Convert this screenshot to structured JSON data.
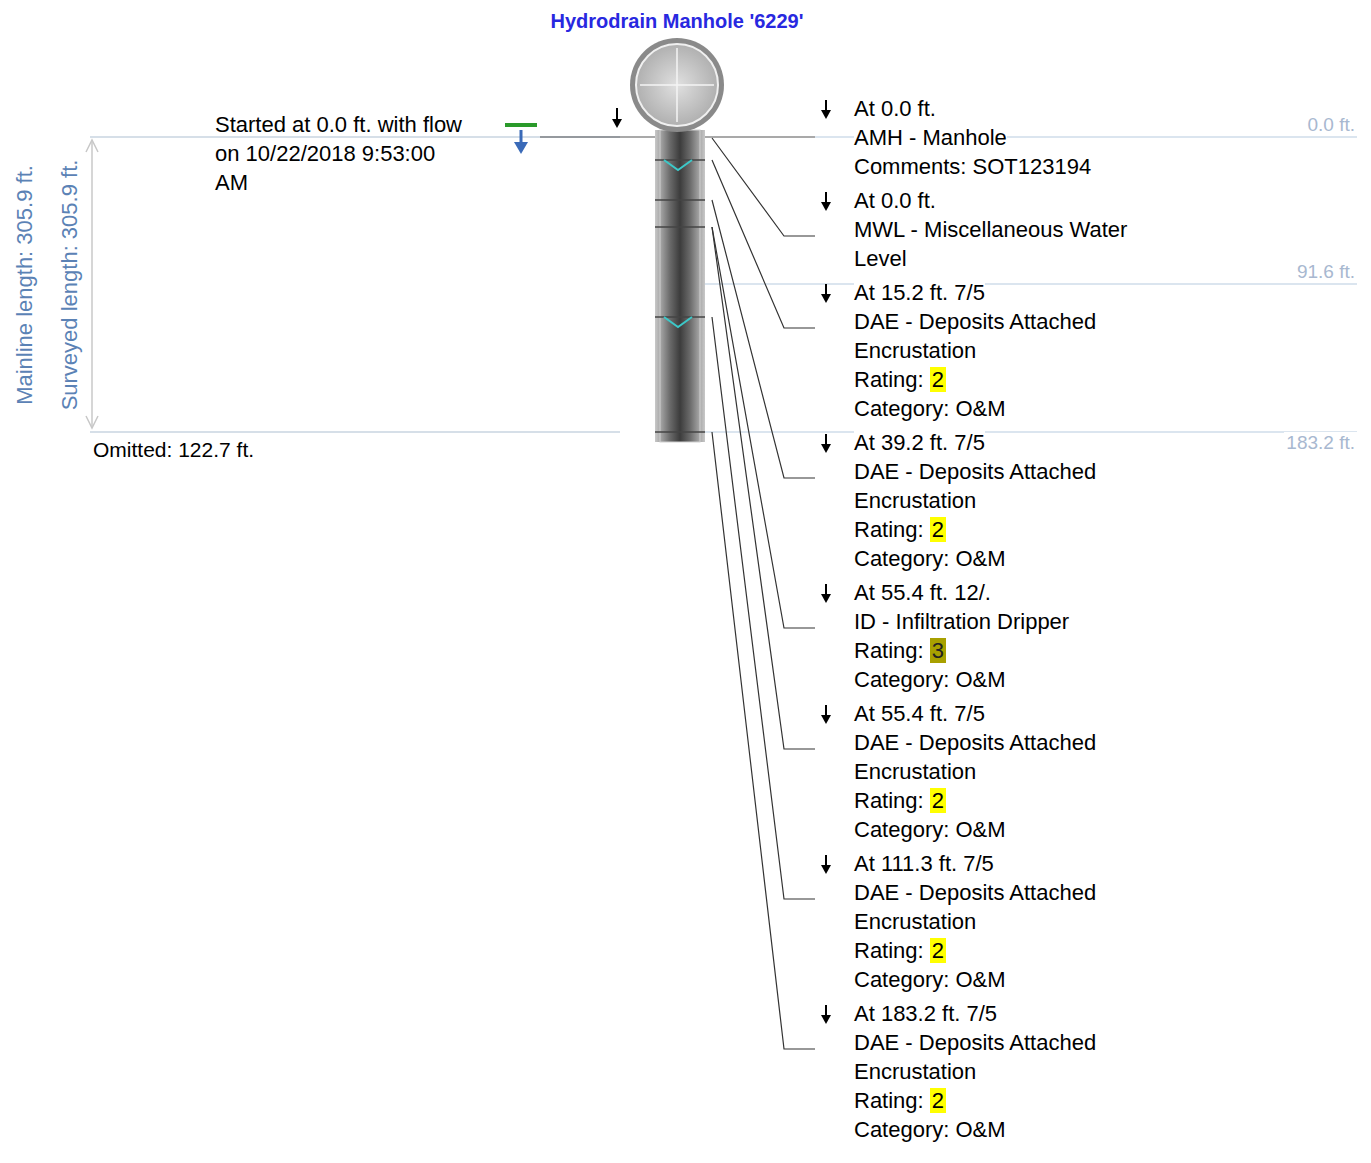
{
  "diagram": {
    "title": "Hydrodrain Manhole '6229'",
    "labels": [
      "Mainline length: 305.9 ft.",
      "Surveyed length: 305.9 ft.",
      "Started at 0.0 ft. with flow on 10/22/2018 9:53:00 AM",
      "Omitted: 122.7 ft.",
      "0.0 ft.",
      "91.6 ft.",
      "183.2 ft.",
      "At 0.0 ft.",
      "AMH - Manhole",
      "Comments: SOT123194",
      "At 0.0 ft.",
      "MWL - Miscellaneous Water Level",
      "At 15.2 ft. 7/5",
      "DAE - Deposits Attached Encrustation",
      "Rating:",
      "2",
      "Category: O&M",
      "At 39.2 ft. 7/5",
      "DAE - Deposits Attached Encrustation",
      "Rating:",
      "2",
      "Category: O&M",
      "At 55.4 ft. 12/.",
      "ID - Infiltration Dripper",
      "Rating:",
      "3",
      "Category: O&M",
      "At 55.4 ft. 7/5",
      "DAE - Deposits Attached Encrustation",
      "Rating:",
      "2",
      "Category: O&M",
      "At 111.3 ft. 7/5",
      "DAE - Deposits Attached Encrustation",
      "Rating:",
      "2",
      "Category: O&M",
      "At 183.2 ft. 7/5",
      "DAE - Deposits Attached Encrustation",
      "Rating:",
      "2",
      "Category: O&M"
    ]
  }
}
